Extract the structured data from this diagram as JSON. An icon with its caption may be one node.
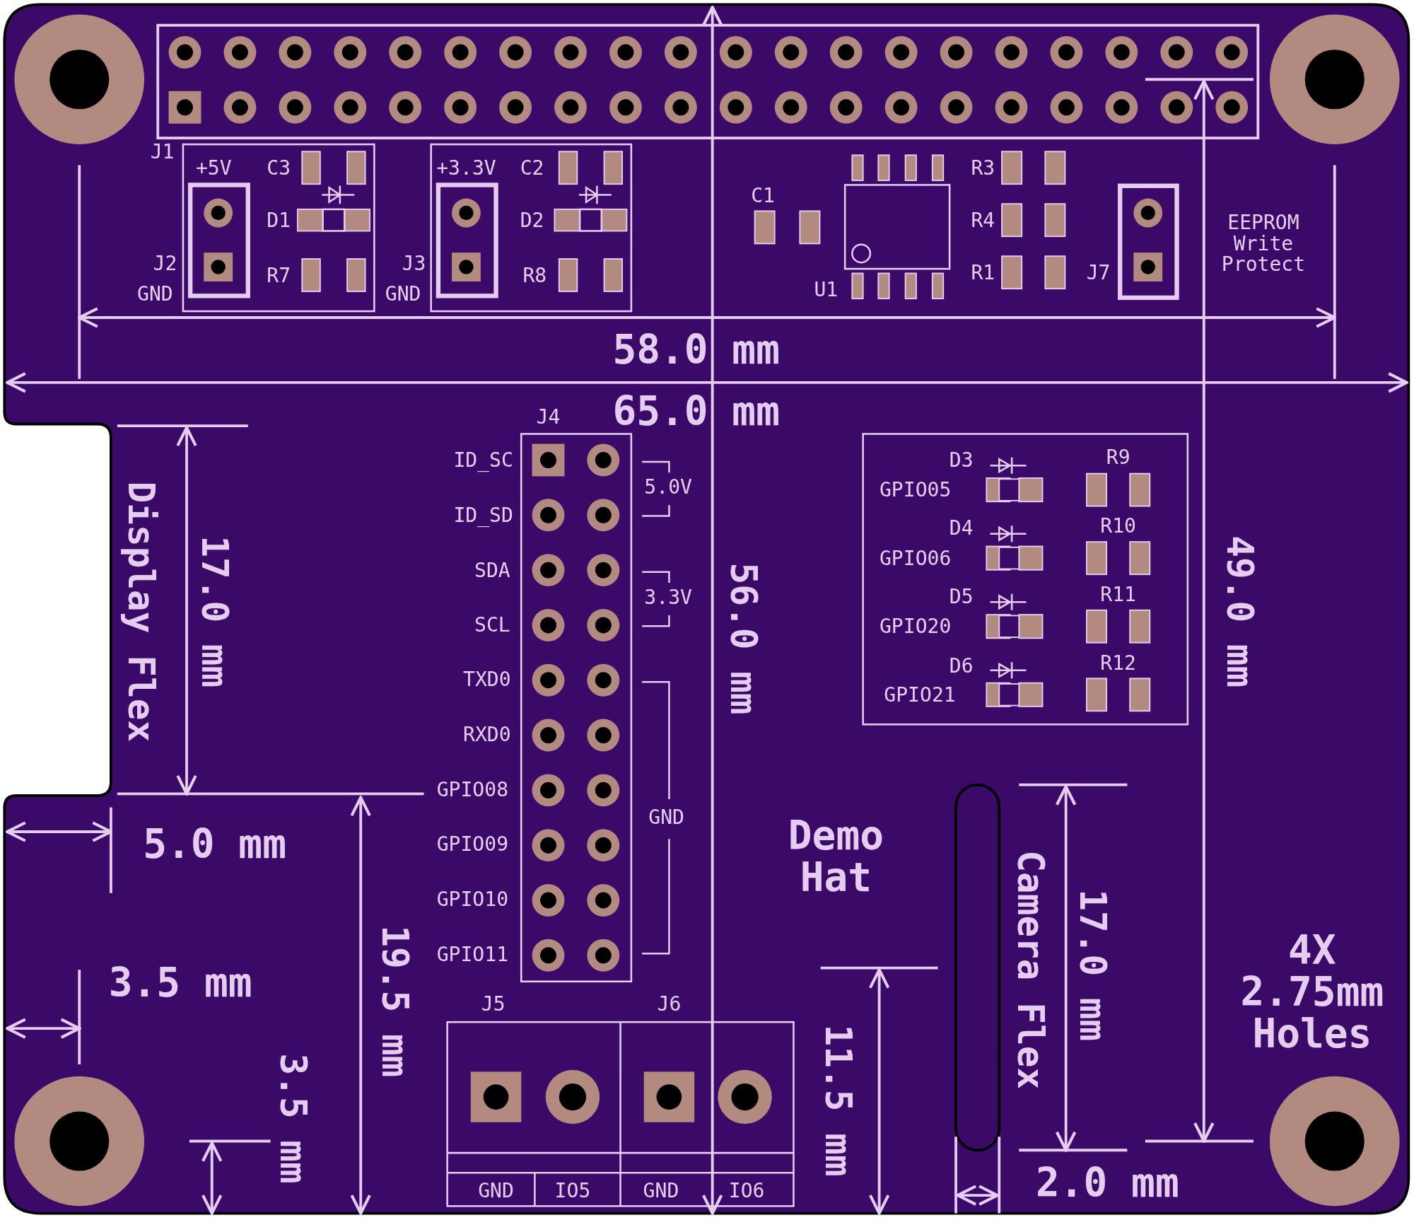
{
  "diagram": {
    "labels": [
      "J1",
      "+5V",
      "C3",
      "D1",
      "J2",
      "GND",
      "R7",
      "+3.3V",
      "C2",
      "D2",
      "J3",
      "GND",
      "R8",
      "C1",
      "U1",
      "R3",
      "R4",
      "R1",
      "J7",
      "EEPROM Write Protect",
      "58.0 mm",
      "65.0 mm",
      "J4",
      "ID_SC",
      "ID_SD",
      "SDA",
      "SCL",
      "TXD0",
      "RXD0",
      "GPIO08",
      "GPIO09",
      "GPIO10",
      "GPIO11",
      "5.0V",
      "3.3V",
      "GND",
      "Display Flex",
      "17.0 mm",
      "56.0 mm",
      "D3",
      "R9",
      "GPIO05",
      "D4",
      "R10",
      "GPIO06",
      "D5",
      "R11",
      "GPIO20",
      "D6",
      "R12",
      "GPIO21",
      "49.0 mm",
      "5.0 mm",
      "Demo Hat",
      "3.5 mm",
      "19.5 mm",
      "Camera Flex",
      "17.0 mm",
      "4X 2.75mm Holes",
      "J5",
      "J6",
      "3.5 mm",
      "11.5 mm",
      "GND",
      "IO5",
      "GND",
      "IO6",
      "2.0 mm"
    ]
  }
}
